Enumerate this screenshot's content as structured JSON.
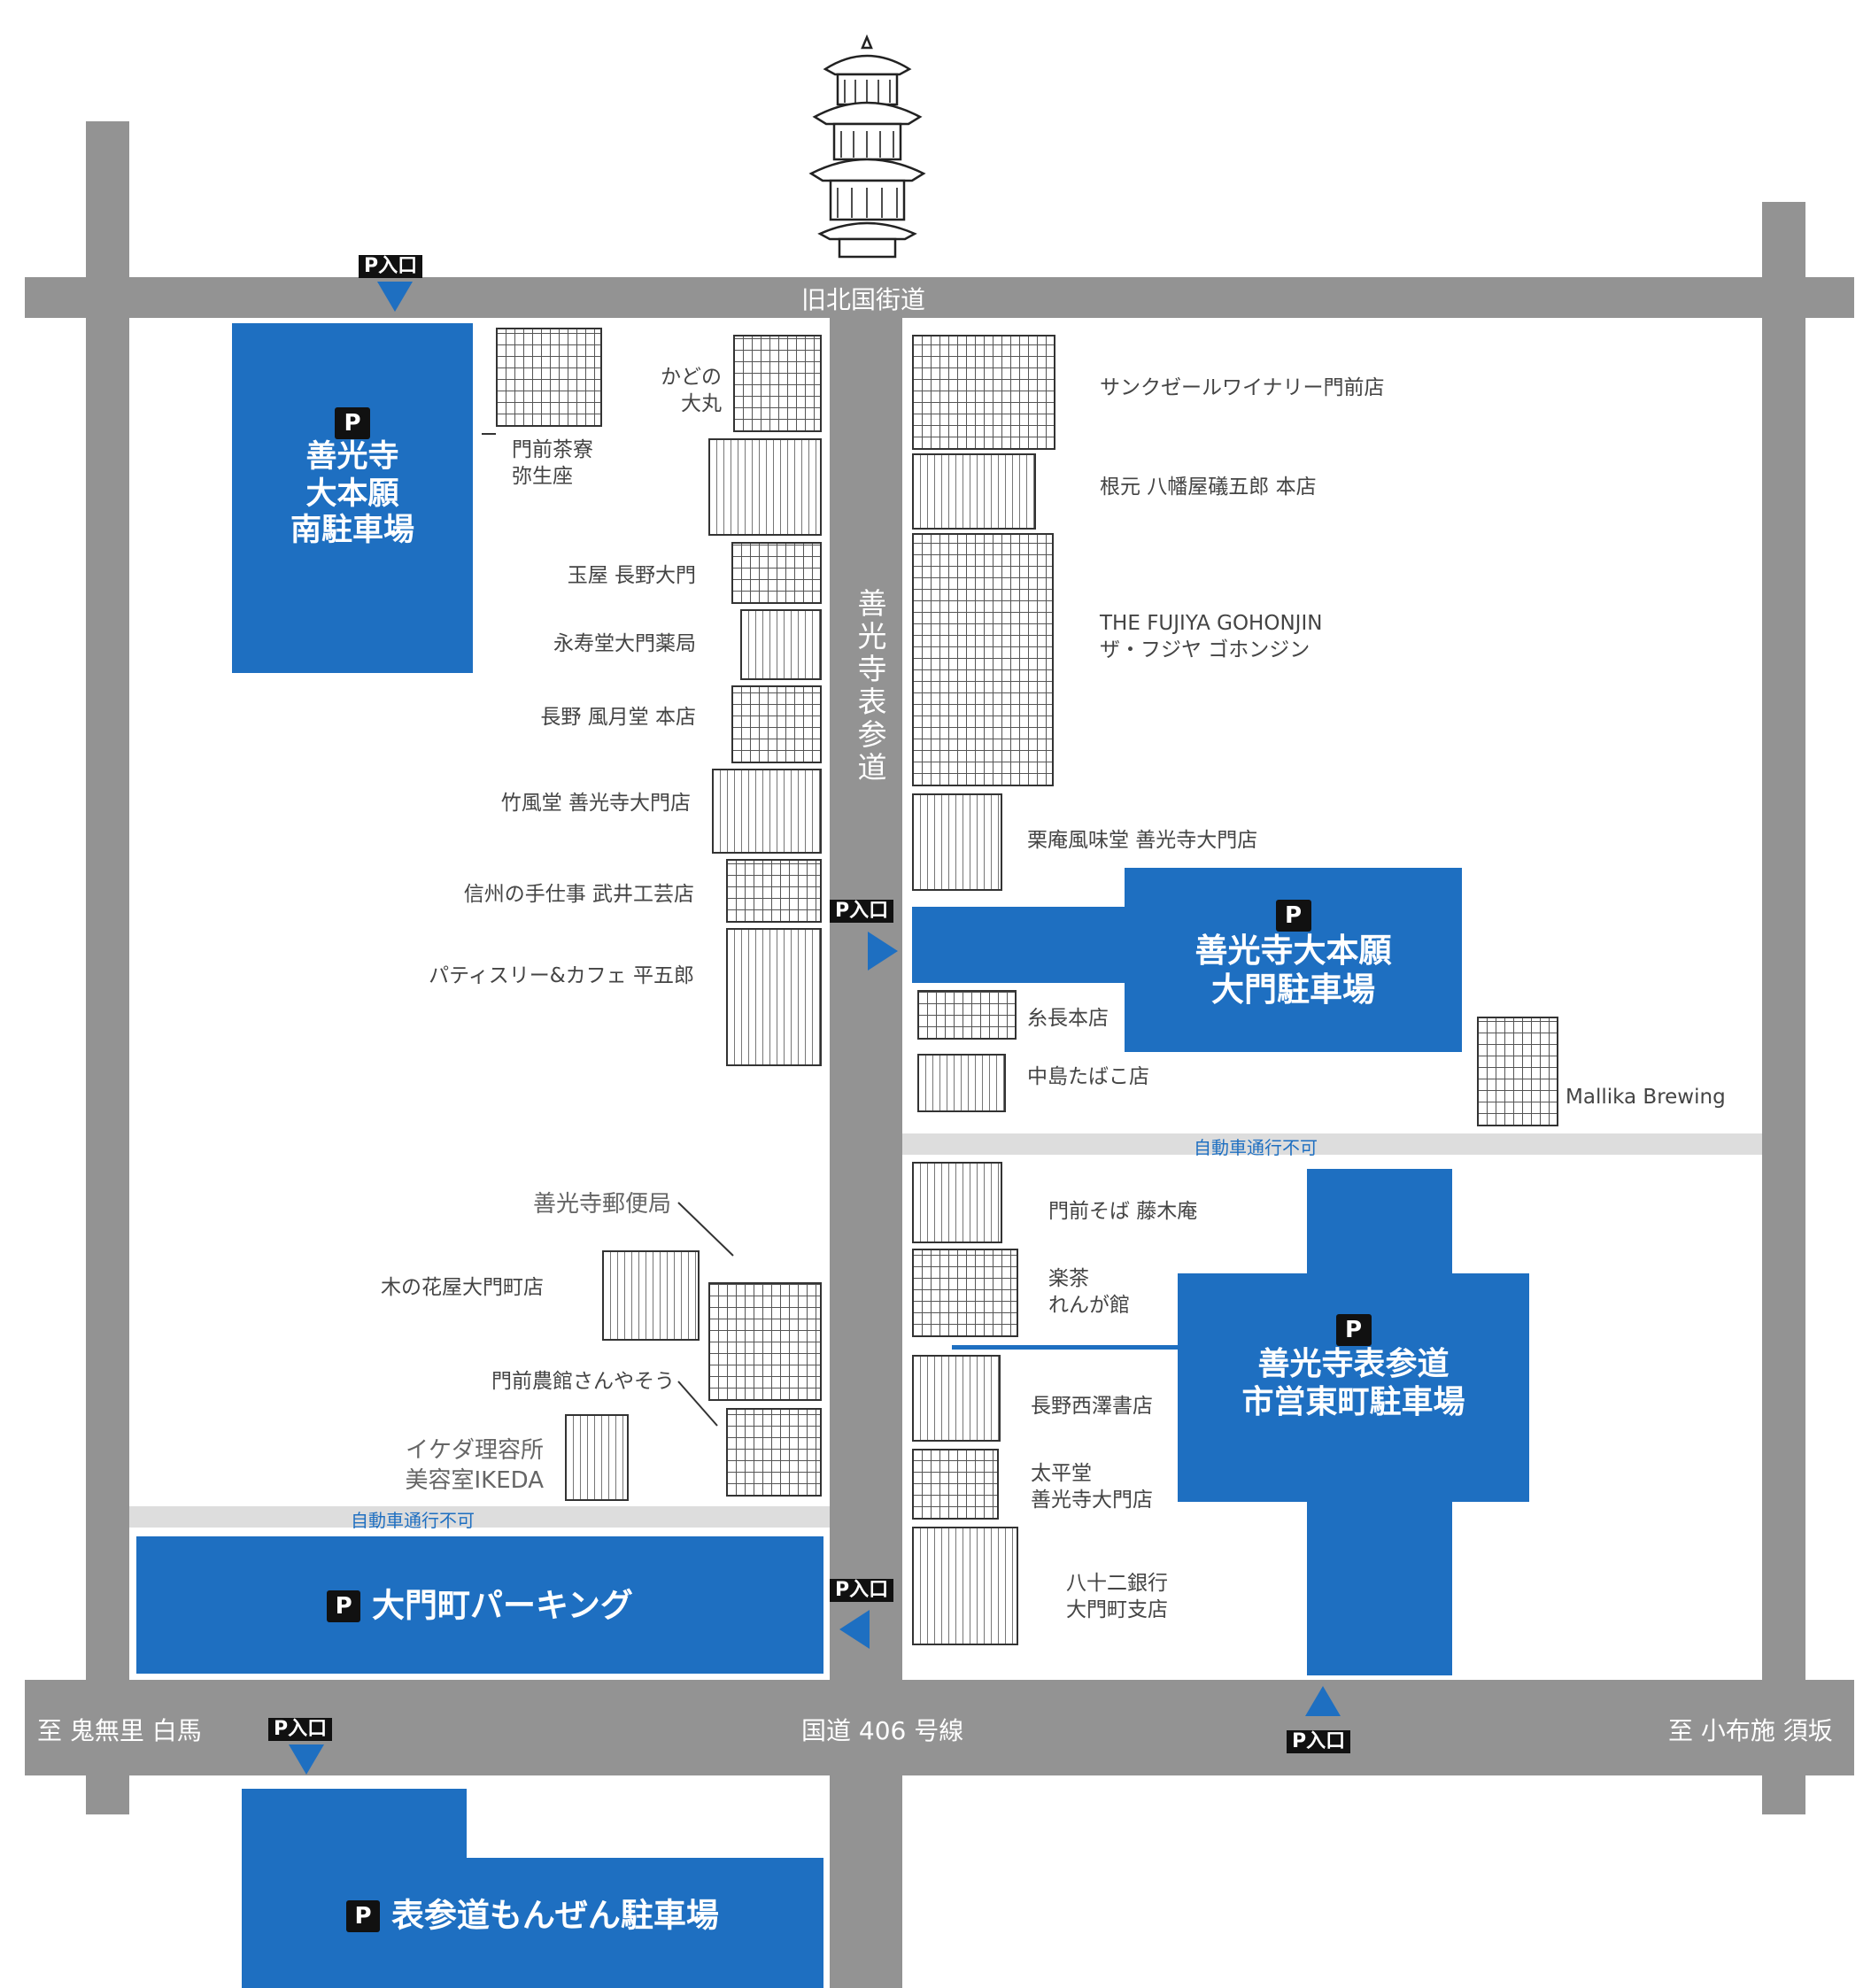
{
  "colors": {
    "road": "#939393",
    "lane": "#dddddd",
    "parking": "#1e6fc1",
    "entry_badge": "#111111",
    "text": "#444444",
    "lane_text": "#1e6fc1"
  },
  "icons": {
    "temple": "zenkoji-temple-illustration",
    "arrow": "triangle-arrow-icon"
  },
  "parking_symbol": "P",
  "entry_label": "P入口",
  "roads": {
    "kyu_hokkoku": "旧北国街道",
    "omotesando": "善光寺表参道",
    "route406": "国道 406 号線",
    "to_west": "至 鬼無里 白馬",
    "to_east": "至 小布施 須坂"
  },
  "no_car_label": "自動車通行不可",
  "lots": {
    "minami": {
      "line1": "善光寺",
      "line2": "大本願",
      "line3": "南駐車場"
    },
    "daimon": {
      "line1": "善光寺大本願",
      "line2": "大門駐車場"
    },
    "higashimachi": {
      "line1": "善光寺表参道",
      "line2": "市営東町駐車場"
    },
    "daimoncho": {
      "name": "大門町パーキング"
    },
    "monzen": {
      "name": "表参道もんぜん駐車場"
    }
  },
  "shops_left": [
    {
      "l1": "かどの",
      "l2": "大丸"
    },
    {
      "l1": "門前茶寮",
      "l2": "弥生座"
    },
    {
      "l1": "玉屋 長野大門"
    },
    {
      "l1": "永寿堂大門薬局"
    },
    {
      "l1": "長野 風月堂 本店"
    },
    {
      "l1": "竹風堂 善光寺大門店"
    },
    {
      "l1": "信州の手仕事 武井工芸店"
    },
    {
      "l1": "パティスリー&カフェ 平五郎"
    },
    {
      "l1": "善光寺郵便局"
    },
    {
      "l1": "木の花屋大門町店"
    },
    {
      "l1": "門前農館さんやそう"
    },
    {
      "l1": "イケダ理容所",
      "l2": "美容室IKEDA"
    }
  ],
  "shops_right": [
    {
      "l1": "サンクゼールワイナリー門前店"
    },
    {
      "l1": "根元 八幡屋礒五郎 本店"
    },
    {
      "l1": "THE FUJIYA GOHONJIN",
      "l2": "ザ・フジヤ ゴホンジン"
    },
    {
      "l1": "栗庵風味堂 善光寺大門店"
    },
    {
      "l1": "糸長本店"
    },
    {
      "l1": "中島たばこ店"
    },
    {
      "l1": "Mallika Brewing"
    },
    {
      "l1": "門前そば 藤木庵"
    },
    {
      "l1": "楽茶",
      "l2": "れんが館"
    },
    {
      "l1": "長野西澤書店"
    },
    {
      "l1": "太平堂",
      "l2": "善光寺大門店"
    },
    {
      "l1": "八十二銀行",
      "l2": "大門町支店"
    }
  ]
}
